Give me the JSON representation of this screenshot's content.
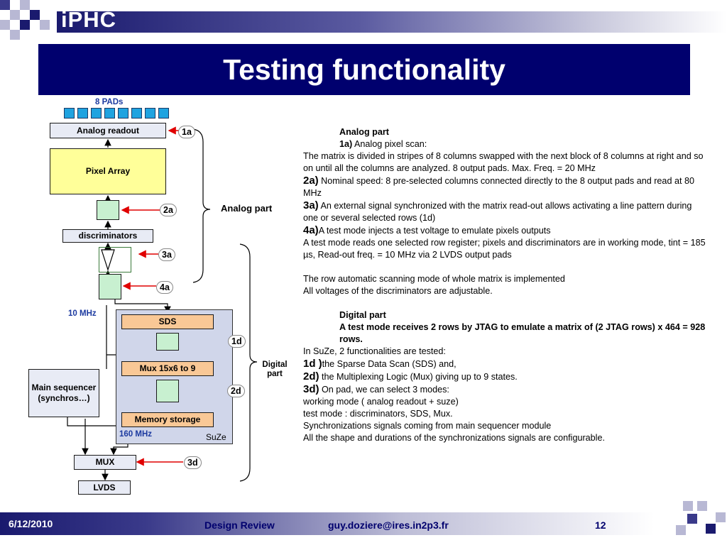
{
  "header": {
    "logo_text": "iPHC",
    "title": "Testing functionality"
  },
  "diagram": {
    "pads_label": "8 PADs",
    "analog_readout": "Analog readout",
    "pixel_array": "Pixel Array",
    "discriminators": "discriminators",
    "freq_10": "10 MHz",
    "sds": "SDS",
    "mux_15": "Mux 15x6 to 9",
    "memory": "Memory storage",
    "freq_160": "160 MHz",
    "suze": "SuZe",
    "main_seq": "Main sequencer (synchros…)",
    "mux": "MUX",
    "lvds": "LVDS",
    "analog_part": "Analog part",
    "digital_part": "Digital part",
    "tags": {
      "t1a": "1a",
      "t2a": "2a",
      "t3a": "3a",
      "t4a": "4a",
      "t1d": "1d",
      "t2d": "2d",
      "t3d": "3d"
    }
  },
  "notes": {
    "analog_head": "Analog part",
    "l1a_key": "1a)",
    "l1a": " Analog pixel scan:",
    "p1": "The matrix is divided in stripes of 8 columns swapped with the next block of 8 columns at right and so on until all the columns are analyzed.  8 output pads. Max. Freq. = 20 MHz",
    "l2a_key": "2a)",
    "l2a": " Nominal speed: 8 pre-selected columns connected directly to the 8 output pads and read at 80 MHz",
    "l3a_key": "3a)",
    "l3a": " An external signal synchronized with the matrix read-out allows activating a line pattern during one or several selected rows (1d)",
    "l4a_key": "4a)",
    "l4a": "A test mode injects a test voltage to emulate pixels outputs",
    "p4": "A test mode reads one selected row register; pixels and discriminators are in working mode, tint = 185 µs, Read-out freq. = 10 MHz via 2 LVDS output pads",
    "p5": "The row automatic scanning mode of whole matrix is implemented",
    "p6": "All voltages of the discriminators are adjustable.",
    "digital_head": "Digital part",
    "digital_sub": "A test mode receives 2 rows by JTAG to emulate a matrix of (2 JTAG rows) x 464 = 928 rows.",
    "p7": "In SuZe, 2 functionalities are tested:",
    "l1d_key": "1d )",
    "l1d": "the Sparse Data Scan (SDS) and,",
    "l2d_key": "2d)",
    "l2d": " the Multiplexing Logic (Mux) giving up to 9 states.",
    "l3d_key": "3d)",
    "l3d": " On pad, we can select 3 modes:",
    "p8": "working mode ( analog readout + suze)",
    "p9": "test mode : discriminators, SDS, Mux.",
    "p10": "Synchronizations signals coming from main sequencer module",
    "p11": "All the shape and durations of the synchronizations signals are configurable."
  },
  "footer": {
    "date": "6/12/2010",
    "review": "Design Review",
    "email": "guy.doziere@ires.in2p3.fr",
    "page": "12"
  },
  "colors": {
    "title_band": "#00006e",
    "pixel_array": "#ffff99",
    "orange_box": "#f9c896",
    "suze_bg": "#d0d6ea",
    "switch_box": "#c8f0d0",
    "pad": "#1fa3e0",
    "arrow_red": "#e00000"
  }
}
